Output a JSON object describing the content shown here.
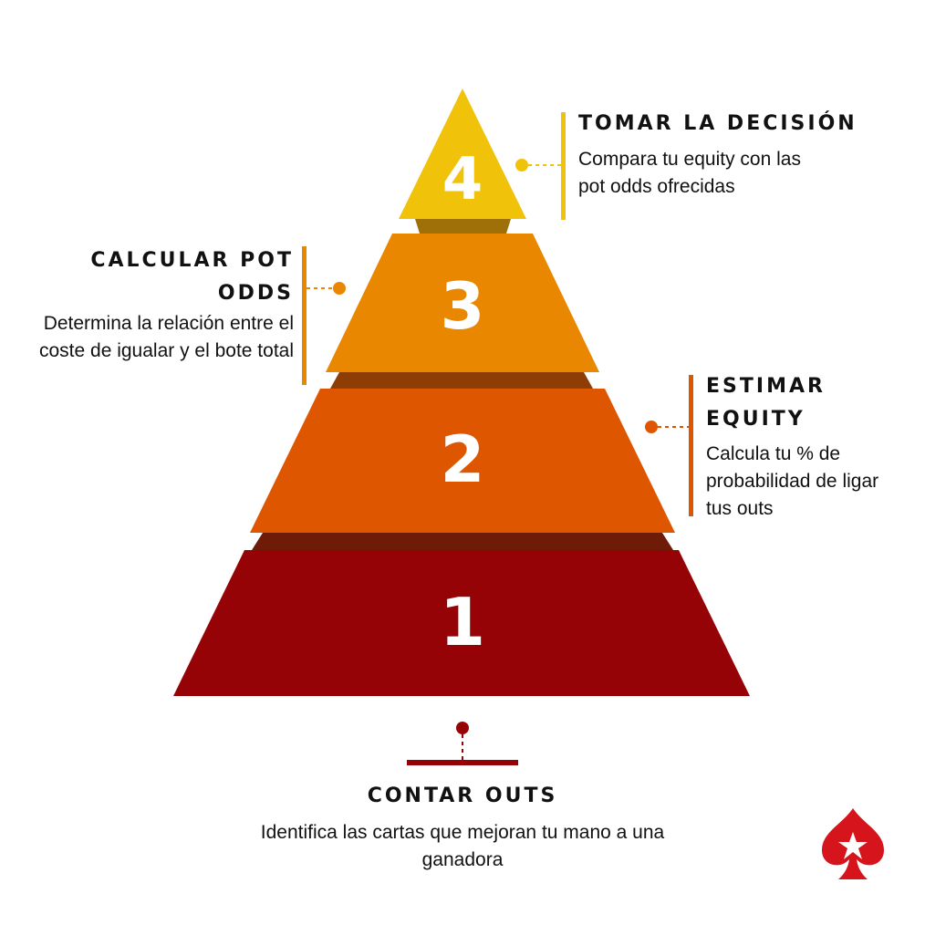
{
  "levels": [
    {
      "number": "4",
      "title": "TOMAR LA DECISIÓN",
      "description": "Compara tu equity con las pot odds ofrecidas",
      "color": "#F0C20A"
    },
    {
      "number": "3",
      "title": "CALCULAR POT ODDS",
      "description": "Determina la relación entre el coste de igualar y el bote total",
      "color": "#EA8700"
    },
    {
      "number": "2",
      "title": "ESTIMAR EQUITY",
      "description": "Calcula tu % de probabilidad de ligar tus outs",
      "color": "#DE5600"
    },
    {
      "number": "1",
      "title": "CONTAR OUTS",
      "description": "Identifica las cartas que mejoran tu mano a una ganadora",
      "color": "#960306"
    }
  ],
  "colors": {
    "shadow": "#6E1C08",
    "logo": "#D5141C"
  },
  "logo": {
    "icon": "spade-star-icon"
  }
}
